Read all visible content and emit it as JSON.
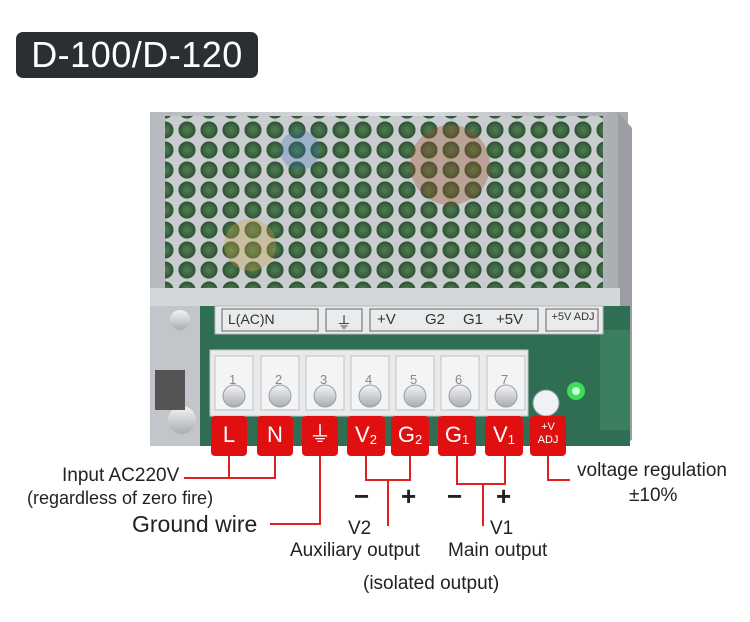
{
  "title": "D-100/D-120",
  "terminal_boxes": [
    {
      "label": "L"
    },
    {
      "label": "N"
    },
    {
      "label": "⏚"
    },
    {
      "label": "V",
      "sub": "2"
    },
    {
      "label": "G",
      "sub": "2"
    },
    {
      "label": "G",
      "sub": "1"
    },
    {
      "label": "V",
      "sub": "1"
    },
    {
      "label_top": "+V",
      "label_bottom": "ADJ"
    }
  ],
  "terminal_numbers": [
    "1",
    "2",
    "3",
    "4",
    "5",
    "6",
    "7"
  ],
  "pcb_labels": [
    "L(AC)N",
    "⏚",
    "+V",
    "G2",
    "G1",
    "+5V",
    "+5V ADJ"
  ],
  "annotations": {
    "input_line1": "Input AC220V",
    "input_line2": "(regardless of zero fire)",
    "ground": "Ground wire",
    "v2": "V2",
    "aux": "Auxiliary output",
    "v1": "V1",
    "main": "Main output",
    "isolated": "(isolated output)",
    "voltage_reg": "voltage regulation",
    "tolerance": "±10%",
    "minus": "−",
    "plus": "+"
  },
  "colors": {
    "accent_red": "#e01010",
    "badge_bg": "#2b2f33",
    "connector_line": "#e02020"
  }
}
